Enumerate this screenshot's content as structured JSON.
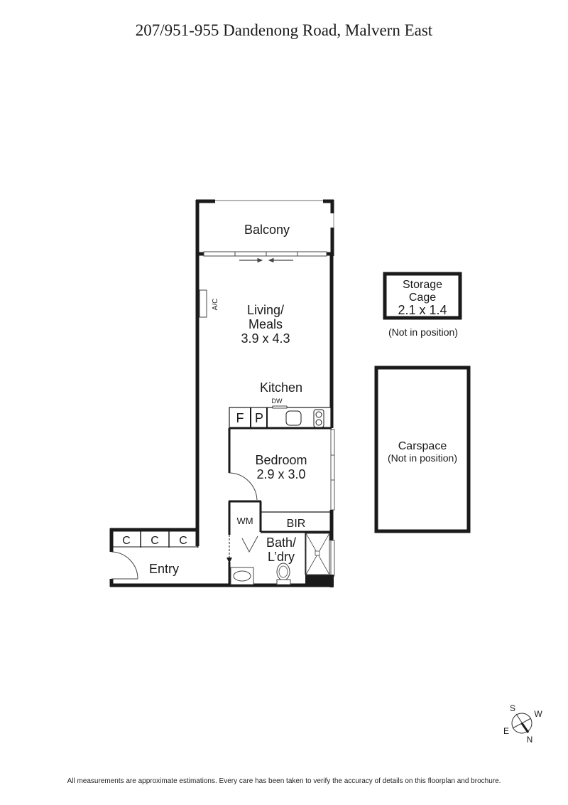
{
  "header": {
    "title": "207/951-955 Dandenong Road, Malvern East"
  },
  "rooms": {
    "balcony": {
      "name": "Balcony"
    },
    "living": {
      "name_line1": "Living/",
      "name_line2": "Meals",
      "dimensions": "3.9 x 4.3"
    },
    "ac": {
      "label": "A/C"
    },
    "kitchen": {
      "name": "Kitchen",
      "dw": "DW",
      "fridge": "F",
      "pantry": "P"
    },
    "bedroom": {
      "name": "Bedroom",
      "dimensions": "2.9 x 3.0"
    },
    "bir": {
      "name": "BIR"
    },
    "wm": {
      "label": "WM"
    },
    "bath": {
      "name_line1": "Bath/",
      "name_line2": "L’dry"
    },
    "entry": {
      "name": "Entry"
    },
    "cupboards": [
      "C",
      "C",
      "C"
    ]
  },
  "storage": {
    "line1": "Storage",
    "line2": "Cage",
    "dimensions": "2.1 x 1.4",
    "note": "(Not in position)"
  },
  "carspace": {
    "name": "Carspace",
    "note": "(Not in position)"
  },
  "compass": {
    "n": "N",
    "s": "S",
    "e": "E",
    "w": "W"
  },
  "footer": {
    "disclaimer": "All measurements are approximate estimations. Every care has been taken to verify the accuracy of details on this floorplan and brochure."
  }
}
